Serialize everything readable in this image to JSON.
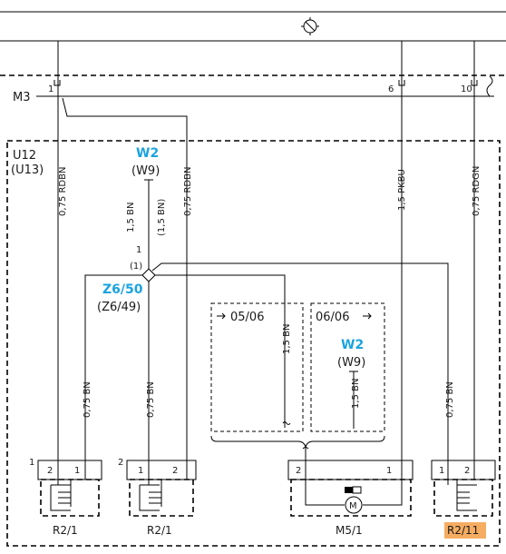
{
  "connector": {
    "name": "M3",
    "pins": [
      "1",
      "6",
      "10"
    ]
  },
  "module": {
    "name": "U12",
    "alt_name": "(U13)"
  },
  "splice_top": {
    "name": "W2",
    "alt_name": "(W9)"
  },
  "splice_bottom": {
    "name": "W2",
    "alt_name": "(W9)"
  },
  "junction": {
    "name": "Z6/50",
    "alt_name": "(Z6/49)",
    "pin": "1",
    "pin_alt": "(1)"
  },
  "wires": {
    "w1": "0,75 RDBN",
    "w2": "1,5 BN",
    "w2_alt": "(1,5 BN)",
    "w3": "0,75 RDBN",
    "w4": "1,5 PKBU",
    "w5": "0,75 RDGN",
    "bn_left": "0,75 BN",
    "bn_mid": "0,75 BN",
    "bn_right": "0,75 BN",
    "bn_box": "1,5 BN",
    "bn_box2": "1,5 BN"
  },
  "date_ranges": {
    "left": "05/06",
    "right": "06/06"
  },
  "components": {
    "c1": {
      "index": "1",
      "pin_a": "2",
      "pin_b": "1",
      "label": "R2/1"
    },
    "c2": {
      "index": "2",
      "pin_a": "1",
      "pin_b": "2",
      "label": "R2/1"
    },
    "motor": {
      "pin_a": "2",
      "pin_b": "1",
      "label": "M5/1",
      "symbol": "M"
    },
    "c4": {
      "pin_a": "1",
      "pin_b": "2",
      "label": "R2/11",
      "highlight": "#f6ad62"
    }
  }
}
